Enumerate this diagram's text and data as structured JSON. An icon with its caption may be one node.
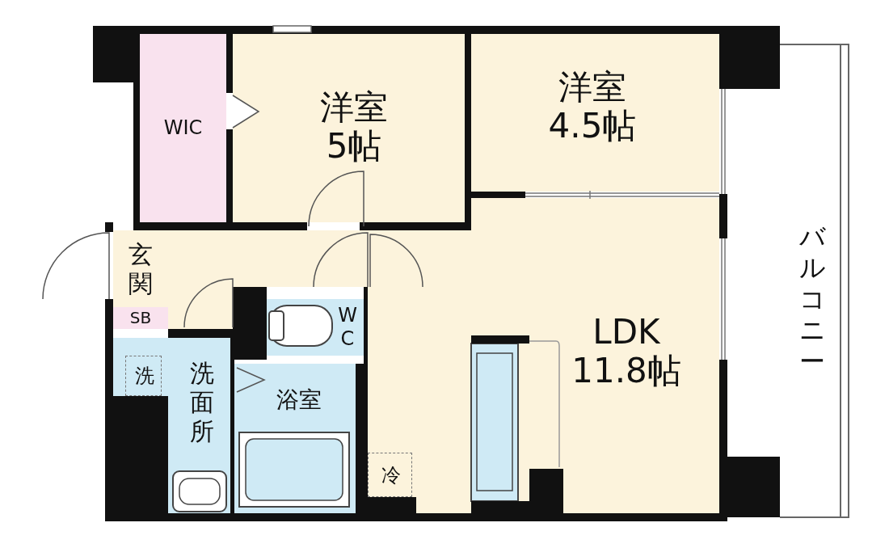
{
  "diagram": {
    "nodes": [
      {
        "text": [
          "WIC"
        ]
      },
      {
        "text": [
          "洋室",
          "5帖"
        ]
      },
      {
        "text": [
          "洋室",
          "4.5帖"
        ]
      },
      {
        "text": [
          "玄関"
        ]
      },
      {
        "text": [
          "SB"
        ]
      },
      {
        "text": [
          "WC"
        ]
      },
      {
        "text": [
          "洗面所"
        ]
      },
      {
        "text": [
          "洗"
        ],
        "in": 6
      },
      {
        "text": [
          "浴室"
        ]
      },
      {
        "text": [
          "LDK",
          "11.8帖"
        ]
      },
      {
        "text": [
          "冷"
        ],
        "in": 9
      },
      {
        "text": [
          "バルコニー"
        ]
      }
    ]
  }
}
